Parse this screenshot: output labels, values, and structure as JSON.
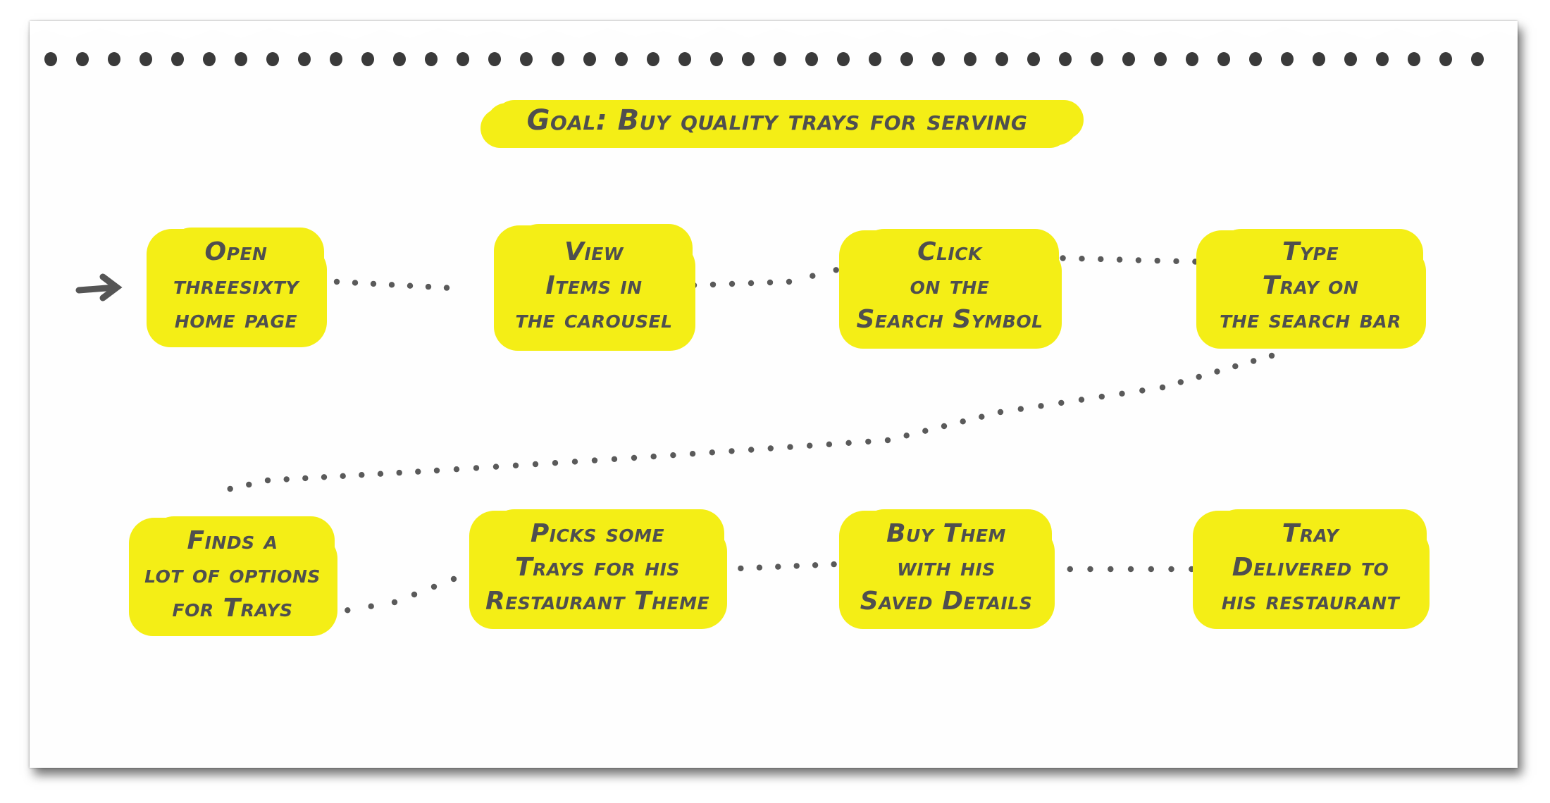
{
  "goal": "Goal: Buy quality trays for serving",
  "colors": {
    "highlight": "#f4ee16",
    "ink": "#4f4f4f",
    "paper": "#fefefe"
  },
  "start_arrow": "arrow-right-icon",
  "steps": [
    {
      "lines": [
        "Open",
        "threesixty",
        "home page"
      ]
    },
    {
      "lines": [
        "View",
        "Items in",
        "the carousel"
      ]
    },
    {
      "lines": [
        "Click",
        "on the",
        "Search Symbol"
      ]
    },
    {
      "lines": [
        "Type",
        "Tray on",
        "the search bar"
      ]
    },
    {
      "lines": [
        "Finds a",
        "lot of options",
        "for Trays"
      ]
    },
    {
      "lines": [
        "Picks some",
        "Trays for his",
        "Restaurant Theme"
      ]
    },
    {
      "lines": [
        "Buy Them",
        "with his",
        "Saved Details"
      ]
    },
    {
      "lines": [
        "Tray",
        "Delivered to",
        "his restaurant"
      ]
    }
  ]
}
